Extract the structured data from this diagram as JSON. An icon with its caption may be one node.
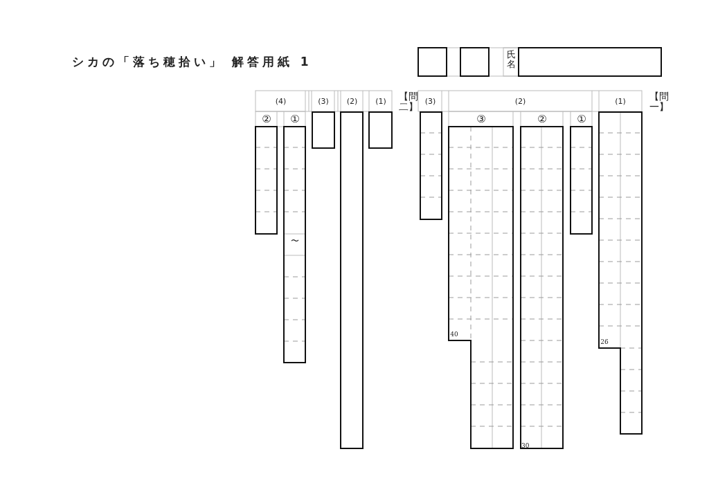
{
  "diagram": {
    "title": "シカの「落ち穂拾い」 解答用紙 1",
    "labels": [
      "氏名",
      "【問一】",
      "(1)",
      "(2)",
      "①",
      "②",
      "③",
      "(3)",
      "26",
      "40",
      "30",
      "【問二】",
      "(1)",
      "(2)",
      "(3)",
      "(4)",
      "①",
      "②",
      "〜"
    ]
  }
}
